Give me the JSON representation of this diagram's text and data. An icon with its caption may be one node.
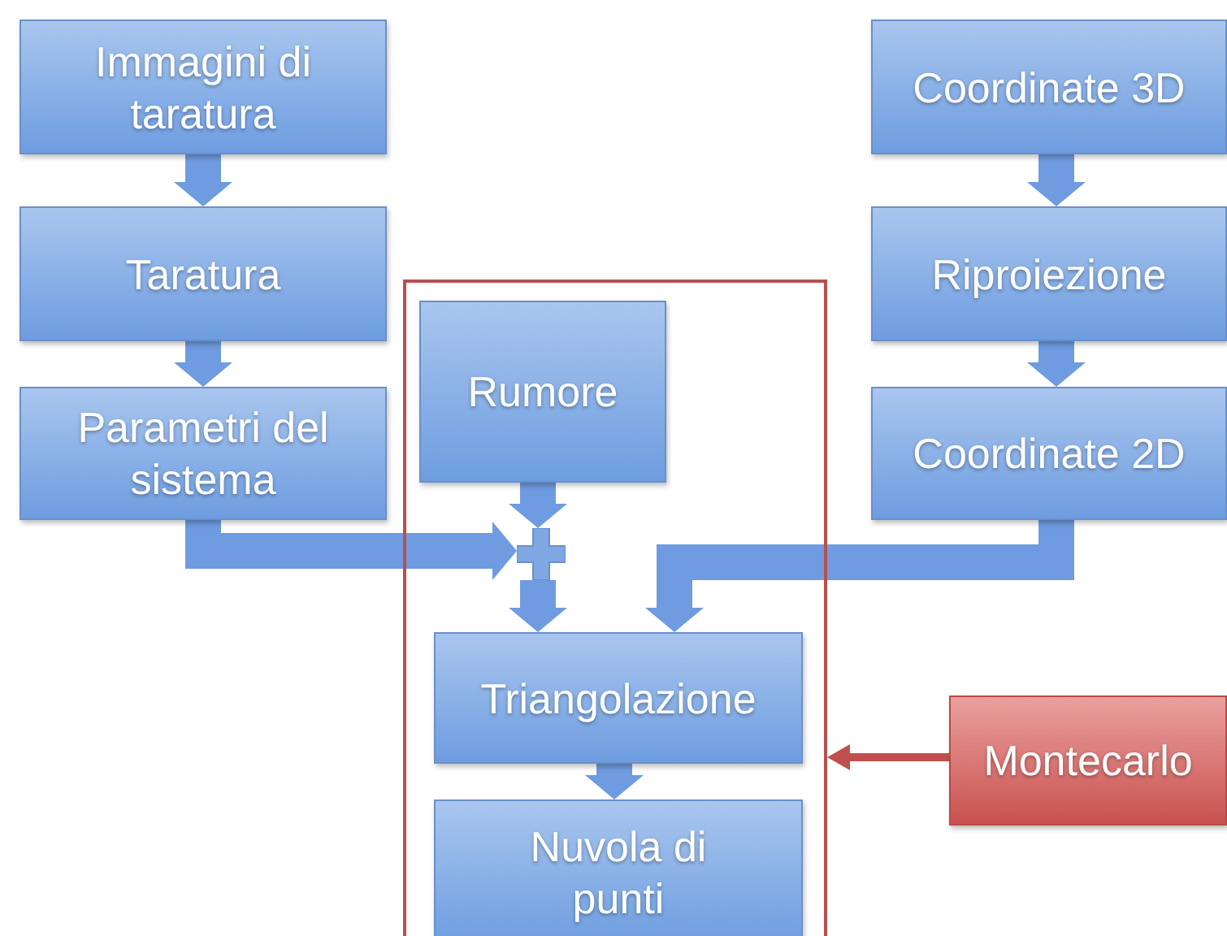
{
  "diagram": {
    "nodes": [
      {
        "text": [
          "Immagini di taratura"
        ]
      },
      {
        "text": [
          "Taratura"
        ]
      },
      {
        "text": [
          "Parametri del sistema"
        ]
      },
      {
        "text": [
          "Coordinate 3D"
        ]
      },
      {
        "text": [
          "Riproiezione"
        ]
      },
      {
        "text": [
          "Coordinate 2D"
        ]
      },
      {
        "text": [],
        "shape": "box"
      },
      {
        "text": [
          "Rumore"
        ],
        "in": 6
      },
      {
        "text": [],
        "shape": "plus",
        "in": 6
      },
      {
        "text": [
          "Triangolazione"
        ],
        "in": 6
      },
      {
        "text": [
          "Nuvola di punti"
        ],
        "in": 6
      },
      {
        "text": [
          "Montecarlo"
        ]
      }
    ],
    "edges": [
      {
        "from": 0,
        "to": 1,
        "arrow": "to"
      },
      {
        "from": 1,
        "to": 2,
        "arrow": "to"
      },
      {
        "from": 3,
        "to": 4,
        "arrow": "to"
      },
      {
        "from": 4,
        "to": 5,
        "arrow": "to"
      },
      {
        "from": 2,
        "to": 8,
        "arrow": "to"
      },
      {
        "from": 7,
        "to": 8,
        "arrow": "to"
      },
      {
        "from": 8,
        "to": 9,
        "arrow": "to"
      },
      {
        "from": 5,
        "to": 9,
        "arrow": "to"
      },
      {
        "from": 9,
        "to": 10,
        "arrow": "to"
      },
      {
        "from": 11,
        "to": 6,
        "arrow": "to",
        "color": "#c0504d"
      }
    ]
  }
}
